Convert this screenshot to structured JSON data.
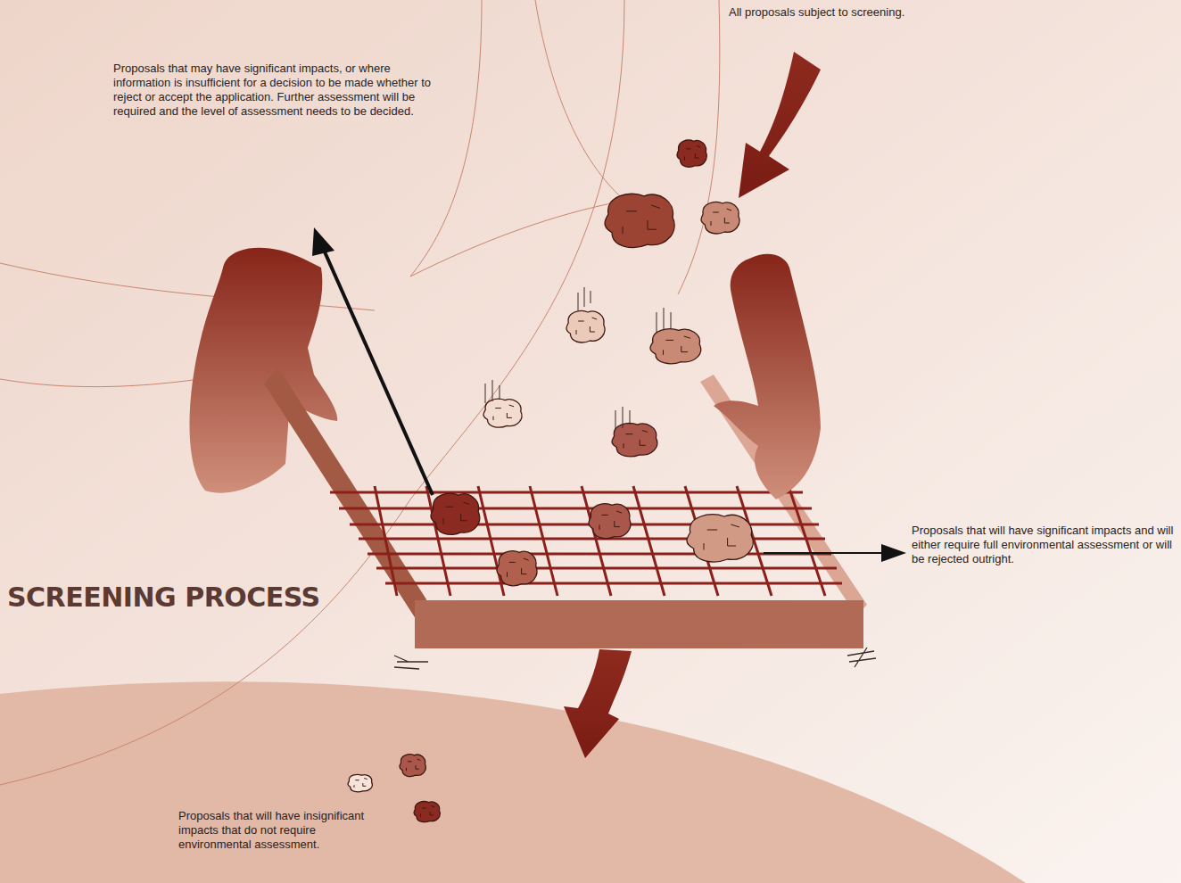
{
  "diagram": {
    "title": "SCREENING PROCESS",
    "labels": [
      "All proposals subject to screening.",
      "Proposals that may have significant impacts, or where information is insufficient for a decision to be made whether to reject or accept the application.  Further assessment will be required and the level of assessment needs to be decided.",
      "Proposals that  will have significant impacts and will either require full environmental assessment or will be rejected outright.",
      "Proposals that will have insignificant impacts that do not require environmental assessment."
    ]
  }
}
